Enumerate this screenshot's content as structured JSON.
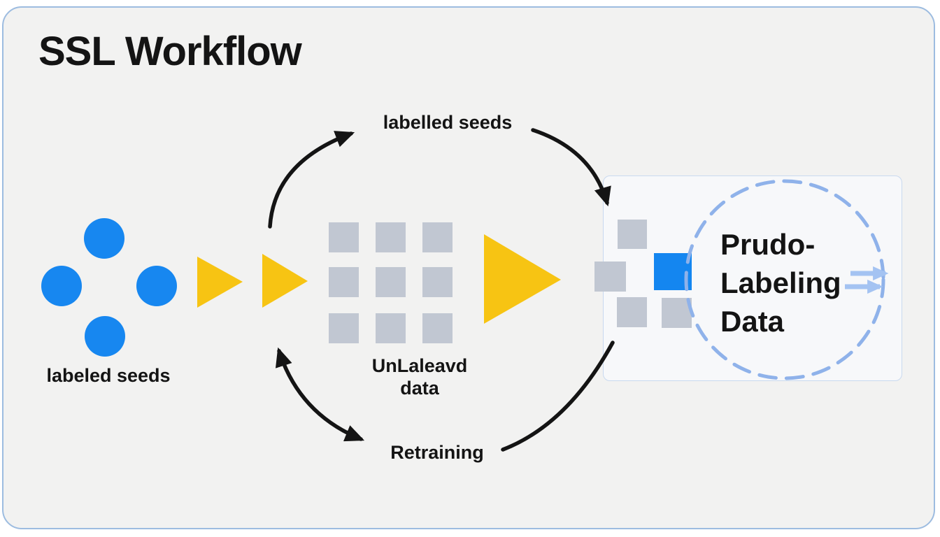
{
  "title": "SSL Workflow",
  "colors": {
    "page-bg": "#ffffff",
    "canvas-bg": "#f2f2f1",
    "frame-border": "#9dbce0",
    "ink": "#141414",
    "blue": "#1787f0",
    "blue-square": "#1486f0",
    "yellow": "#f7c413",
    "gray-square": "#c1c7d2",
    "panel-bg": "#f7f8fa",
    "panel-border": "#c9d9ef",
    "dashed-blue": "#8fb2ea",
    "arrow-blue": "#a4c3f2"
  },
  "nodes": {
    "labeled_seeds": {
      "label": "labeled seeds"
    },
    "unlabeled_data": {
      "line1": "UnLaleavd",
      "line2": "data"
    },
    "pseudo_labeling": {
      "line1": "Prudo-",
      "line2": "Labeling",
      "line3": "Data"
    }
  },
  "edges": {
    "top_arc": {
      "label": "labelled seeds"
    },
    "bottom_arc": {
      "label": "Retraining"
    }
  }
}
